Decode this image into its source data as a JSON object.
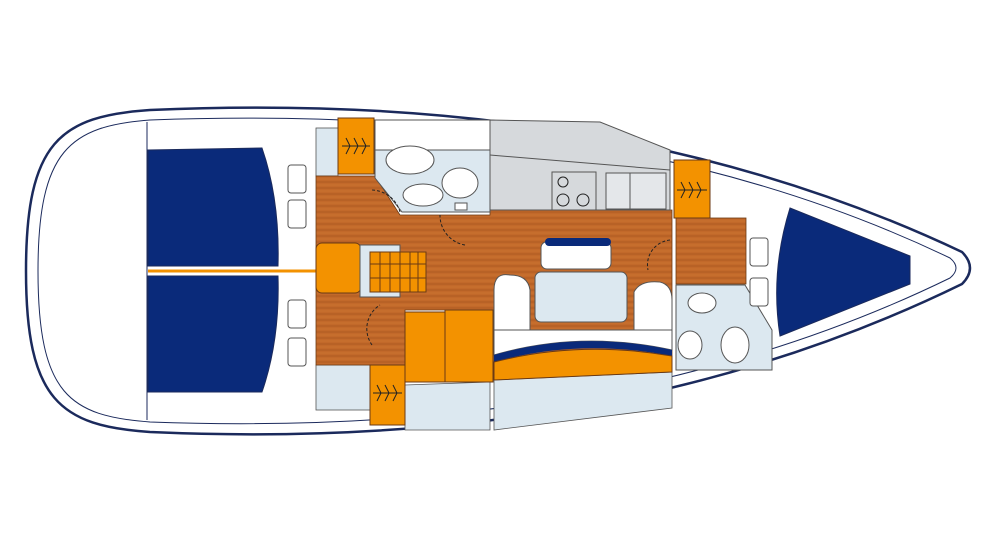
{
  "colors": {
    "hull_outline": "#1b2a5c",
    "berth_navy": "#0a2a7a",
    "orange": "#f39200",
    "wood": "#c2692a",
    "light_blue": "#dce8f0",
    "galley_grey": "#d6d9dc",
    "white": "#ffffff"
  },
  "cabins": [
    "aft-port-cabin",
    "aft-starboard-cabin",
    "saloon",
    "galley",
    "aft-head",
    "forward-head",
    "forward-cabin"
  ]
}
